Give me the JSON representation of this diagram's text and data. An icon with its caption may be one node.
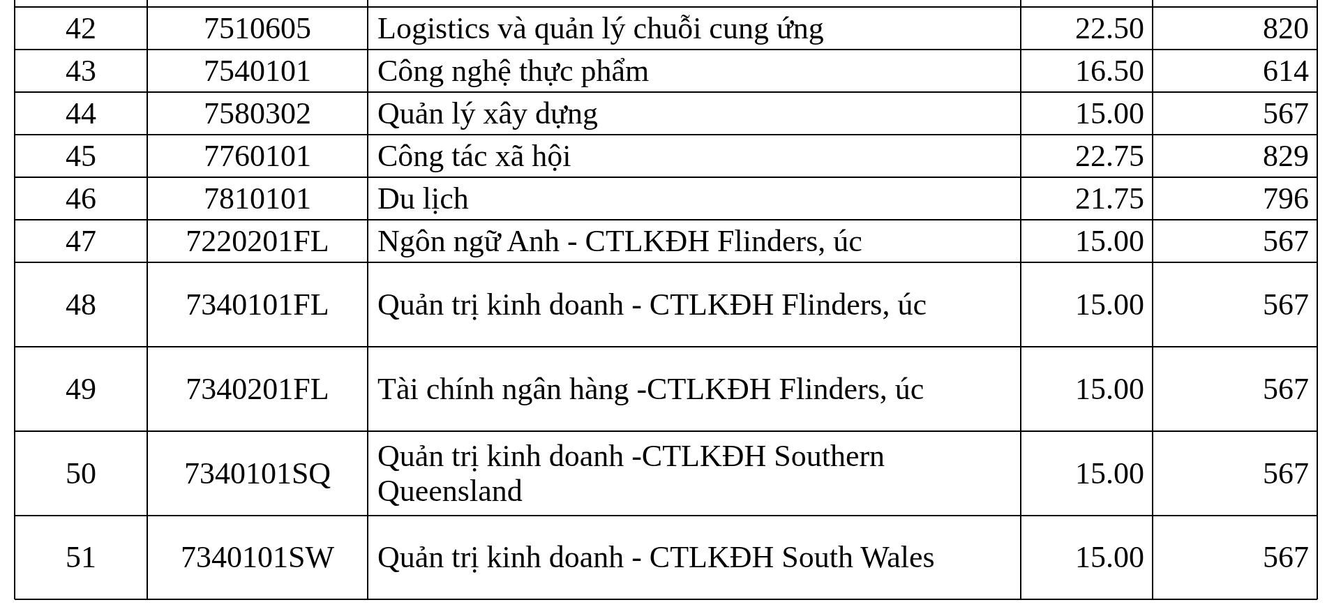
{
  "diagram": {
    "labels": [
      "42",
      "7510605",
      "Logistics và quản lý chuỗi cung ứng",
      "22.50",
      "820",
      "43",
      "7540101",
      "Công nghệ thực phẩm",
      "16.50",
      "614",
      "44",
      "7580302",
      "Quản lý xây dựng",
      "15.00",
      "567",
      "45",
      "7760101",
      "Công tác xã hội",
      "22.75",
      "829",
      "46",
      "7810101",
      "Du lịch",
      "21.75",
      "796",
      "47",
      "7220201FL",
      "Ngôn ngữ Anh - CTLKĐH Flinders, úc",
      "15.00",
      "567",
      "48",
      "7340101FL",
      "Quản trị kinh doanh - CTLKĐH Flinders, úc",
      "15.00",
      "567",
      "49",
      "7340201FL",
      "Tài chính ngân hàng -CTLKĐH Flinders, úc",
      "15.00",
      "567",
      "50",
      "7340101SQ",
      "Quản trị kinh doanh -CTLKĐH Southern Queensland",
      "15.00",
      "567",
      "51",
      "7340101SW",
      "Quản trị kinh doanh - CTLKĐH South Wales",
      "15.00",
      "567"
    ]
  }
}
